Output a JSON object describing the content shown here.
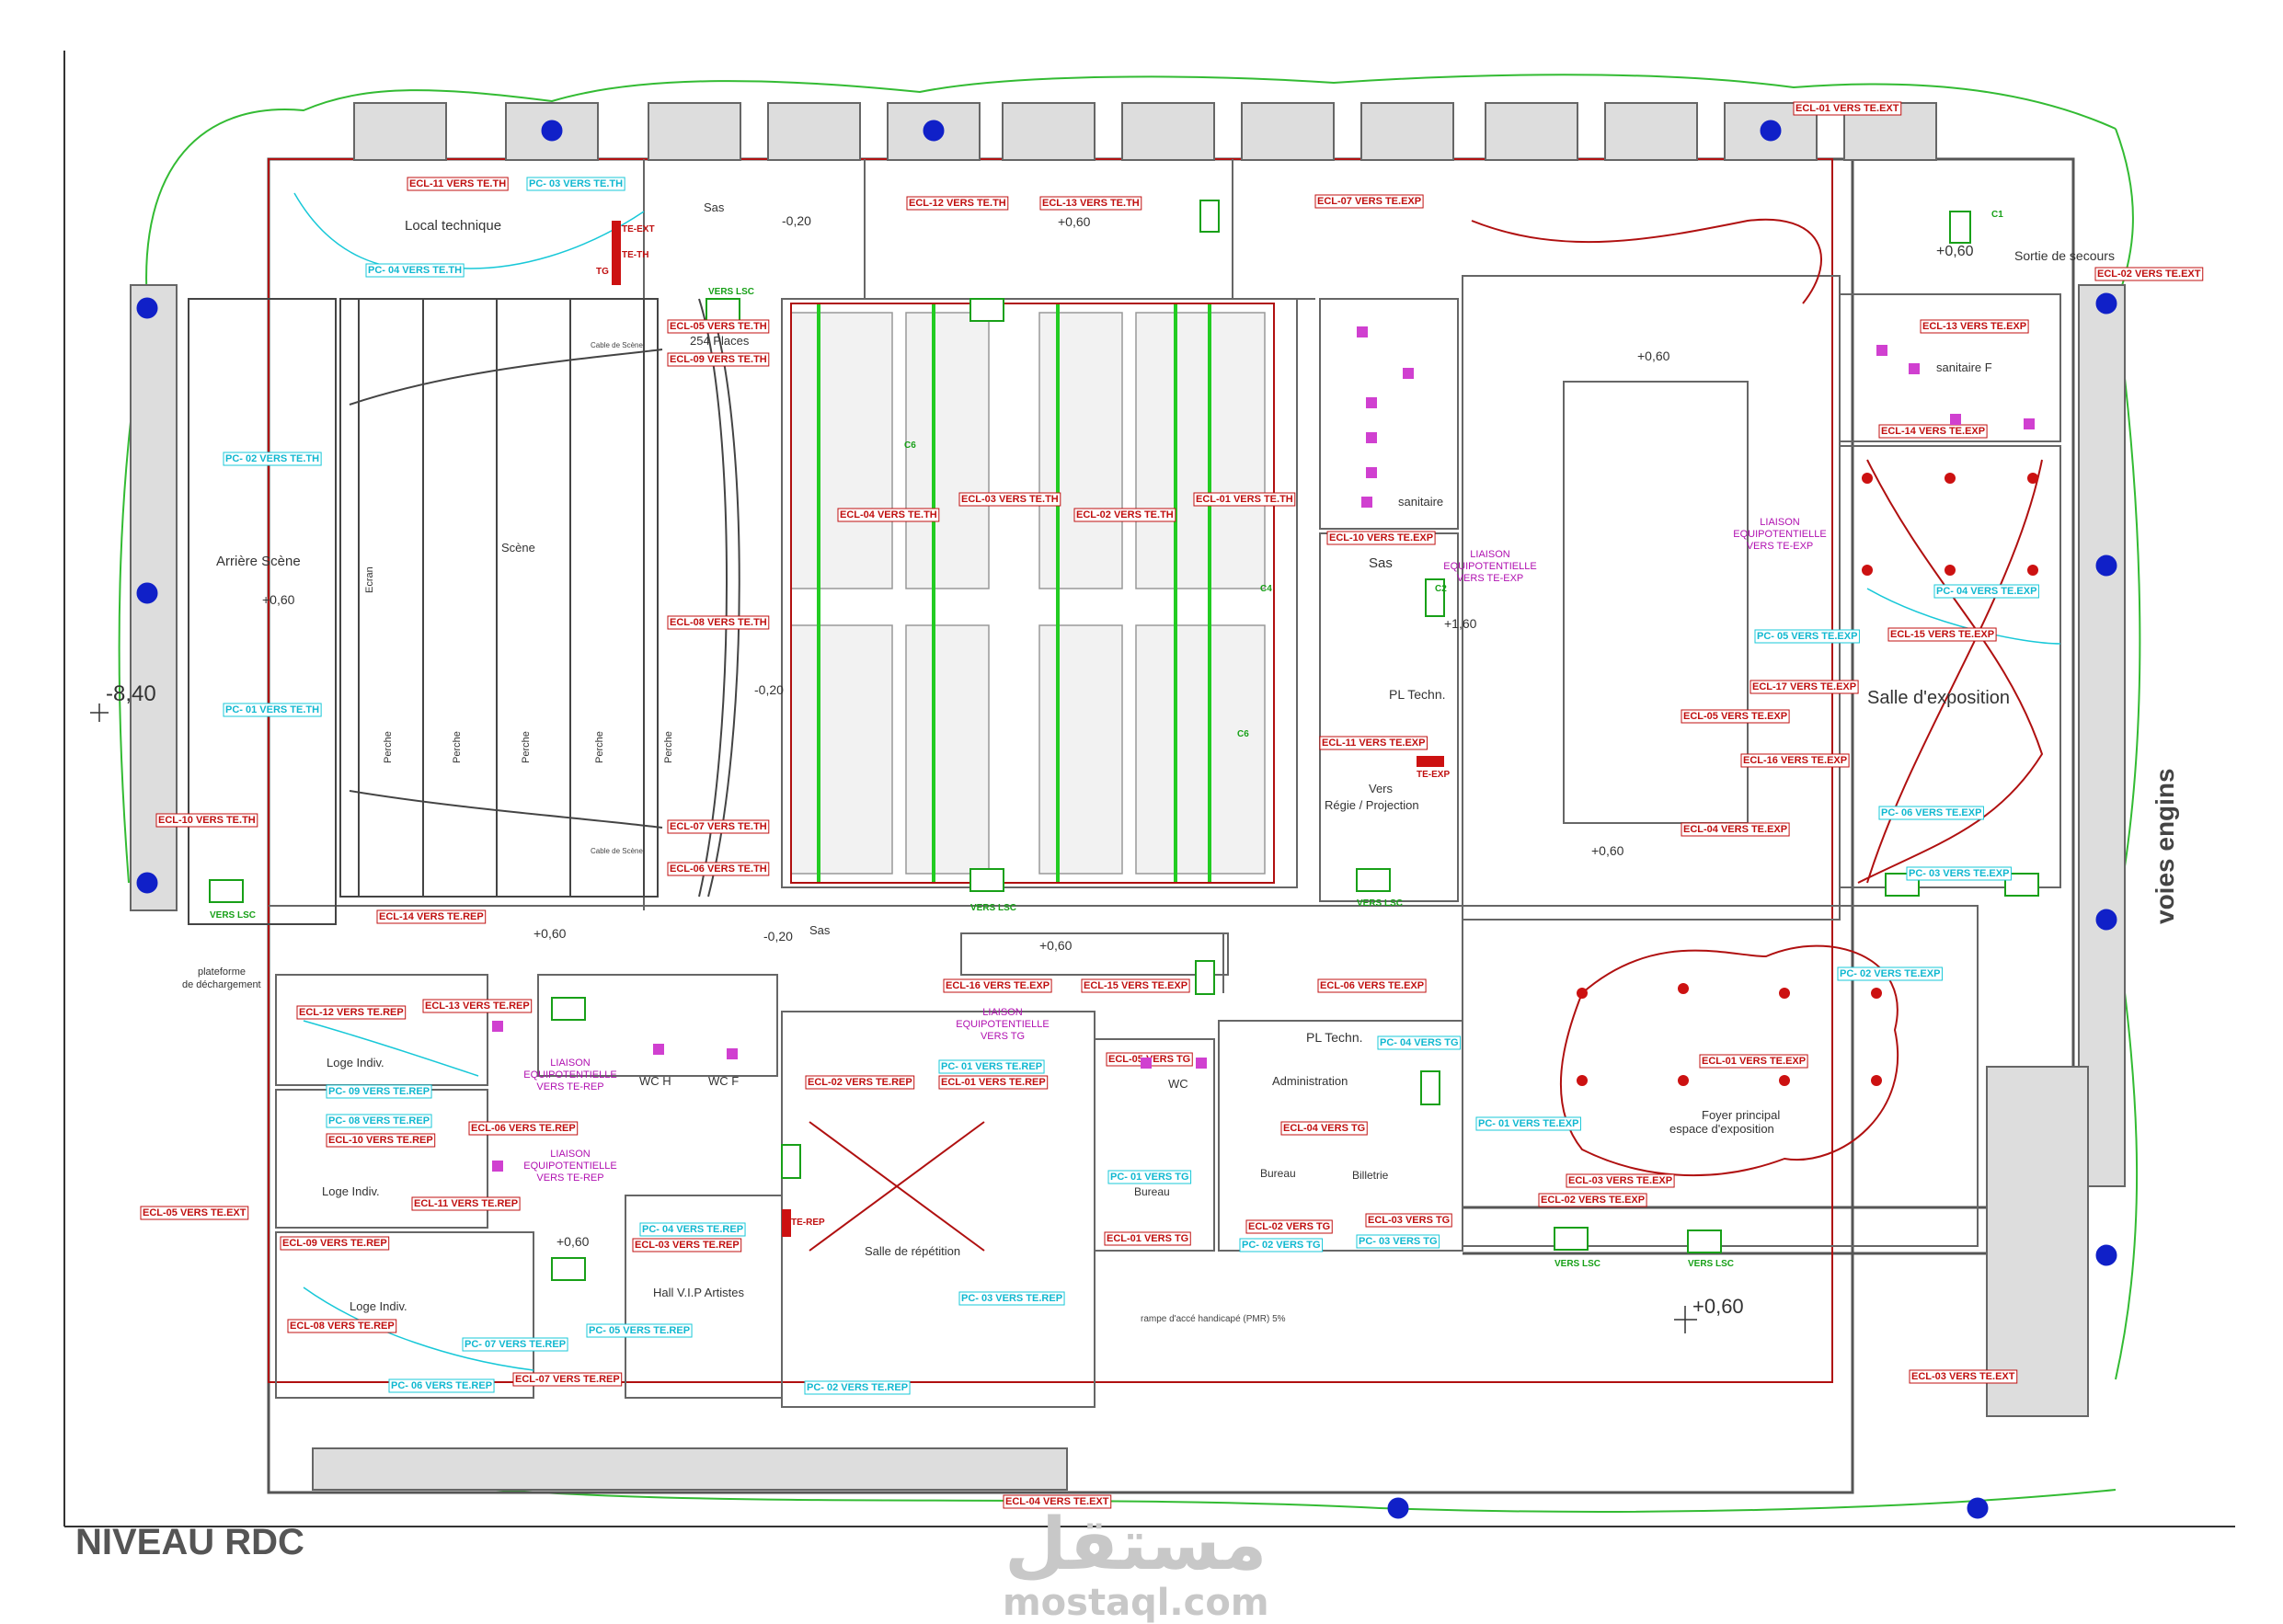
{
  "drawing_title": "NIVEAU RDC",
  "side_label": "voies engins",
  "watermark": {
    "arabic": "مستقل",
    "latin": "mostaql.com"
  },
  "colors": {
    "wall": "#555555",
    "red": "#b01010",
    "green": "#22aa22",
    "cyan": "#18c8d8",
    "magenta": "#c000c0",
    "blue": "#1010c0"
  },
  "rooms": [
    "Local technique",
    "Sas",
    "254 Places",
    "Arrière Scène",
    "Scène",
    "sanitaire",
    "Sas",
    "PL Techn.",
    "Vers",
    "Régie / Projection",
    "sanitaire F",
    "Salle d'exposition",
    "Sortie de secours",
    "plateforme",
    "de déchargement",
    "Sas",
    "Loge Indiv.",
    "Loge Indiv.",
    "Loge Indiv.",
    "WC H",
    "WC F",
    "Hall V.I.P Artistes",
    "Salle de répétition",
    "WC",
    "Bureau",
    "PL Techn.",
    "Administration",
    "Bureau",
    "Billetrie",
    "Foyer principal",
    "espace d'exposition",
    "Ecran",
    "Perche",
    "Perche",
    "Perche",
    "Perche",
    "Perche"
  ],
  "levels": [
    "-8,40",
    "+0,60",
    "-0,20",
    "-0,20",
    "+0,60",
    "+0,60",
    "+1,60",
    "+0,60",
    "-0,20",
    "+0,60",
    "+0,60",
    "+0,60",
    "+0,60",
    "+0,60"
  ],
  "ecl_labels": [
    "ECL-11 VERS TE.TH",
    "ECL-12 VERS TE.TH",
    "ECL-13 VERS TE.TH",
    "ECL-07 VERS TE.EXP",
    "ECL-01 VERS TE.EXT",
    "ECL-02 VERS TE.EXT",
    "ECL-05 VERS TE.TH",
    "ECL-09 VERS TE.TH",
    "ECL-13 VERS TE.EXP",
    "ECL-14 VERS TE.EXP",
    "ECL-04 VERS TE.TH",
    "ECL-03 VERS TE.TH",
    "ECL-02 VERS TE.TH",
    "ECL-01 VERS TE.TH",
    "ECL-10 VERS TE.EXP",
    "ECL-08 VERS TE.TH",
    "ECL-15 VERS TE.EXP",
    "ECL-17 VERS TE.EXP",
    "ECL-05 VERS TE.EXP",
    "ECL-16 VERS TE.EXP",
    "ECL-11 VERS TE.EXP",
    "ECL-07 VERS TE.TH",
    "ECL-06 VERS TE.TH",
    "ECL-04 VERS TE.EXP",
    "ECL-10 VERS TE.TH",
    "ECL-14 VERS TE.REP",
    "ECL-16 VERS TE.EXP",
    "ECL-15 VERS TE.EXP",
    "ECL-06 VERS TE.EXP",
    "ECL-12 VERS TE.REP",
    "ECL-13 VERS TE.REP",
    "ECL-01 VERS TE.EXP",
    "ECL-02 VERS TE.REP",
    "ECL-01 VERS TE.REP",
    "ECL-06 VERS TE.REP",
    "ECL-10 VERS TE.REP",
    "ECL-11 VERS TE.REP",
    "ECL-04 VERS TG",
    "ECL-03 VERS TE.EXP",
    "ECL-02 VERS TE.EXP",
    "ECL-05 VERS TE.EXT",
    "ECL-09 VERS TE.REP",
    "ECL-03 VERS TE.REP",
    "ECL-02 VERS TG",
    "ECL-03 VERS TG",
    "ECL-01 VERS TG",
    "ECL-08 VERS TE.REP",
    "ECL-07 VERS TE.REP",
    "ECL-03 VERS TE.EXT",
    "ECL-04 VERS TE.EXT",
    "ECL-05 VERS TG"
  ],
  "pc_labels": [
    "PC- 03 VERS TE.TH",
    "PC- 04 VERS TE.TH",
    "PC- 02 VERS TE.TH",
    "PC- 01 VERS TE.TH",
    "PC- 04 VERS TE.EXP",
    "PC- 05 VERS TE.EXP",
    "PC- 06 VERS TE.EXP",
    "PC- 03 VERS TE.EXP",
    "PC- 02 VERS TE.EXP",
    "PC- 04 VERS TG",
    "PC- 01 VERS TE.EXP",
    "PC- 01 VERS TE.REP",
    "PC- 09 VERS TE.REP",
    "PC- 08 VERS TE.REP",
    "PC- 04 VERS TE.REP",
    "PC- 01 VERS TG",
    "PC- 02 VERS TG",
    "PC- 03 VERS TG",
    "PC- 03 VERS TE.REP",
    "PC- 05 VERS TE.REP",
    "PC- 07 VERS TE.REP",
    "PC- 06 VERS TE.REP",
    "PC- 02 VERS TE.REP"
  ],
  "liaison": [
    "LIAISON",
    "EQUIPOTENTIELLE",
    "VERS TE-EXP"
  ],
  "liaison_tg": [
    "LIAISON",
    "EQUIPOTENTIELLE",
    "VERS TG"
  ],
  "liaison_rep": [
    "LIAISON",
    "EQUIPOTENTIELLE",
    "VERS TE-REP"
  ],
  "small_labels": {
    "lsc": "VERS LSC",
    "te_ext": "TE-EXT",
    "te_th": "TE-TH",
    "tg": "TG",
    "te_exp": "TE-EXP",
    "te_rep": "TE-REP",
    "ramp": "rampe d'accé handicapé (PMR) 5%",
    "cable": "Cable de Scène",
    "c6": "C6",
    "c2": "C2",
    "c4": "C4",
    "c1": "C1"
  }
}
